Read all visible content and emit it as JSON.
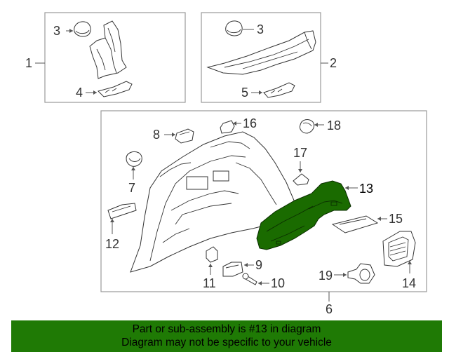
{
  "diagram": {
    "labels": {
      "p1": "1",
      "p2": "2",
      "p3a": "3",
      "p3b": "3",
      "p4": "4",
      "p5": "5",
      "p6": "6",
      "p7": "7",
      "p8": "8",
      "p9": "9",
      "p10": "10",
      "p11": "11",
      "p12": "12",
      "p13": "13",
      "p14": "14",
      "p15": "15",
      "p16": "16",
      "p17": "17",
      "p18": "18",
      "p19": "19"
    },
    "highlight_part": "13",
    "highlight_color": "#1a6b00"
  },
  "banner": {
    "line1": "Part or sub-assembly is #13 in diagram",
    "line2": "Diagram may not be specific to your vehicle",
    "background": "#1f7a05"
  }
}
